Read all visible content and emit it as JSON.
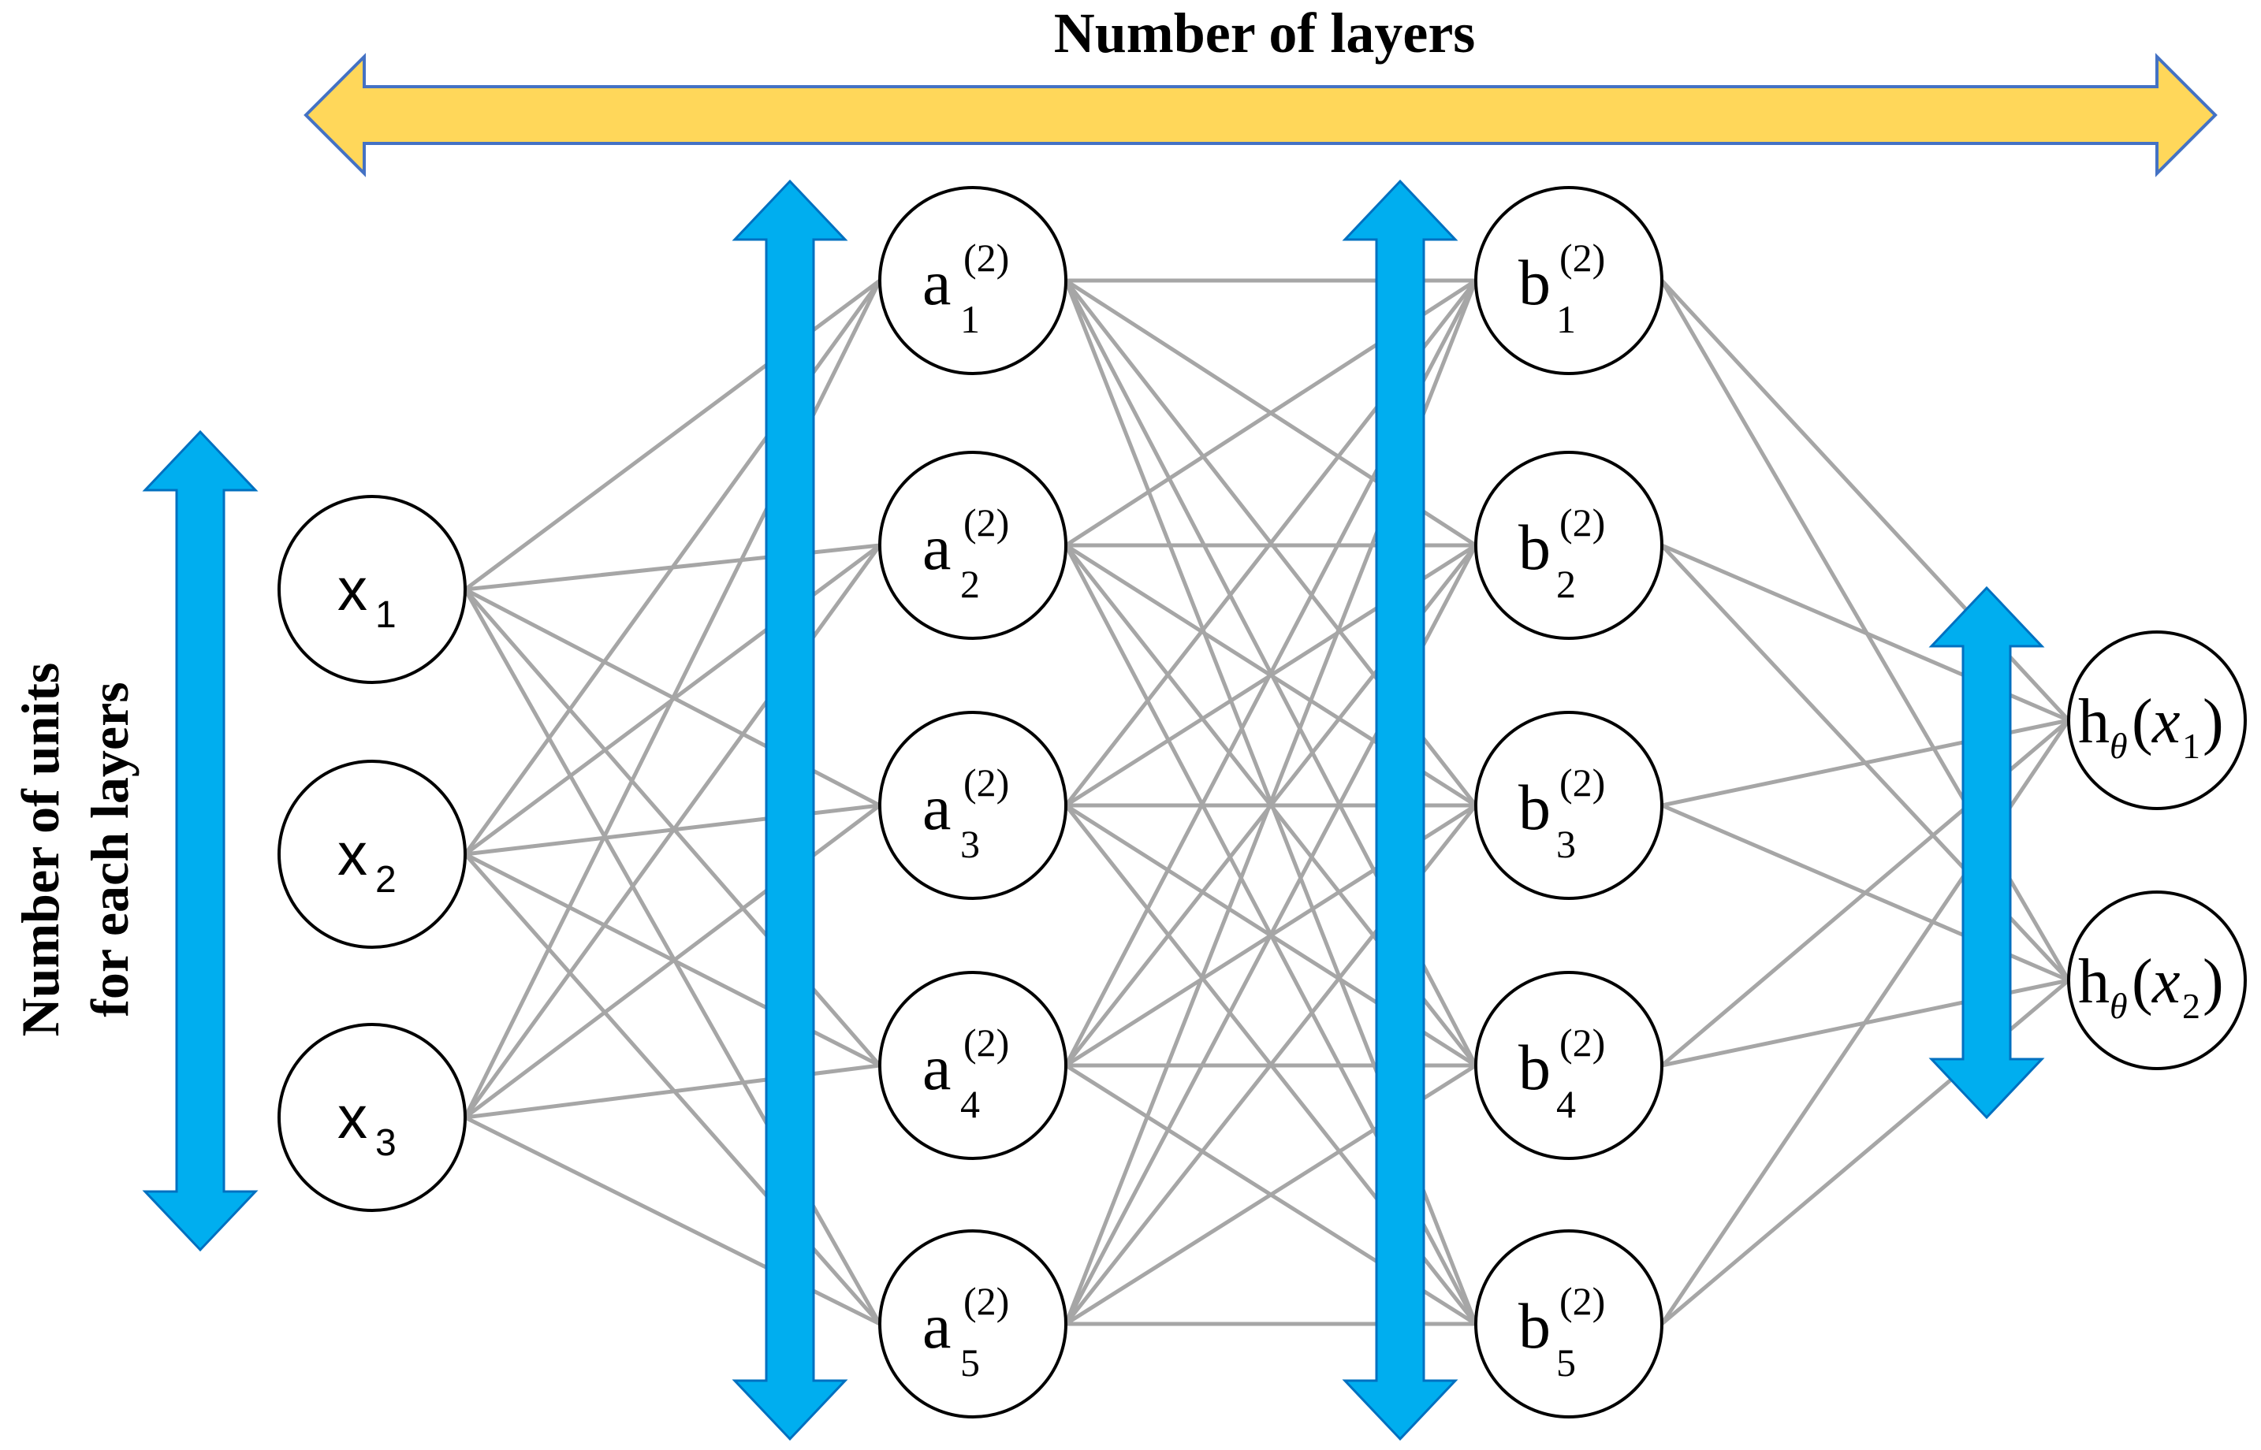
{
  "title_horizontal": "Number of layers",
  "title_vertical": [
    "Number of  units",
    "for each layers"
  ],
  "colors": {
    "layer_arrow_fill": "#ffd75a",
    "layer_arrow_stroke": "#4472c4",
    "unit_arrow_fill": "#00aeef",
    "unit_arrow_stroke": "#0070c0",
    "edge": "#a6a6a6",
    "node_stroke": "#000000"
  },
  "layers": [
    {
      "name": "input",
      "nodes": [
        {
          "base": "x",
          "sub": "1"
        },
        {
          "base": "x",
          "sub": "2"
        },
        {
          "base": "x",
          "sub": "3"
        }
      ]
    },
    {
      "name": "hidden-a",
      "nodes": [
        {
          "base": "a",
          "sup": "(2)",
          "sub": "1"
        },
        {
          "base": "a",
          "sup": "(2)",
          "sub": "2"
        },
        {
          "base": "a",
          "sup": "(2)",
          "sub": "3"
        },
        {
          "base": "a",
          "sup": "(2)",
          "sub": "4"
        },
        {
          "base": "a",
          "sup": "(2)",
          "sub": "5"
        }
      ]
    },
    {
      "name": "hidden-b",
      "nodes": [
        {
          "base": "b",
          "sup": "(2)",
          "sub": "1"
        },
        {
          "base": "b",
          "sup": "(2)",
          "sub": "2"
        },
        {
          "base": "b",
          "sup": "(2)",
          "sub": "3"
        },
        {
          "base": "b",
          "sup": "(2)",
          "sub": "4"
        },
        {
          "base": "b",
          "sup": "(2)",
          "sub": "5"
        }
      ]
    },
    {
      "name": "output",
      "nodes": [
        {
          "base": "h",
          "sub_theta": "θ",
          "arg": "x",
          "arg_sub": "1"
        },
        {
          "base": "h",
          "sub_theta": "θ",
          "arg": "x",
          "arg_sub": "2"
        }
      ]
    }
  ]
}
